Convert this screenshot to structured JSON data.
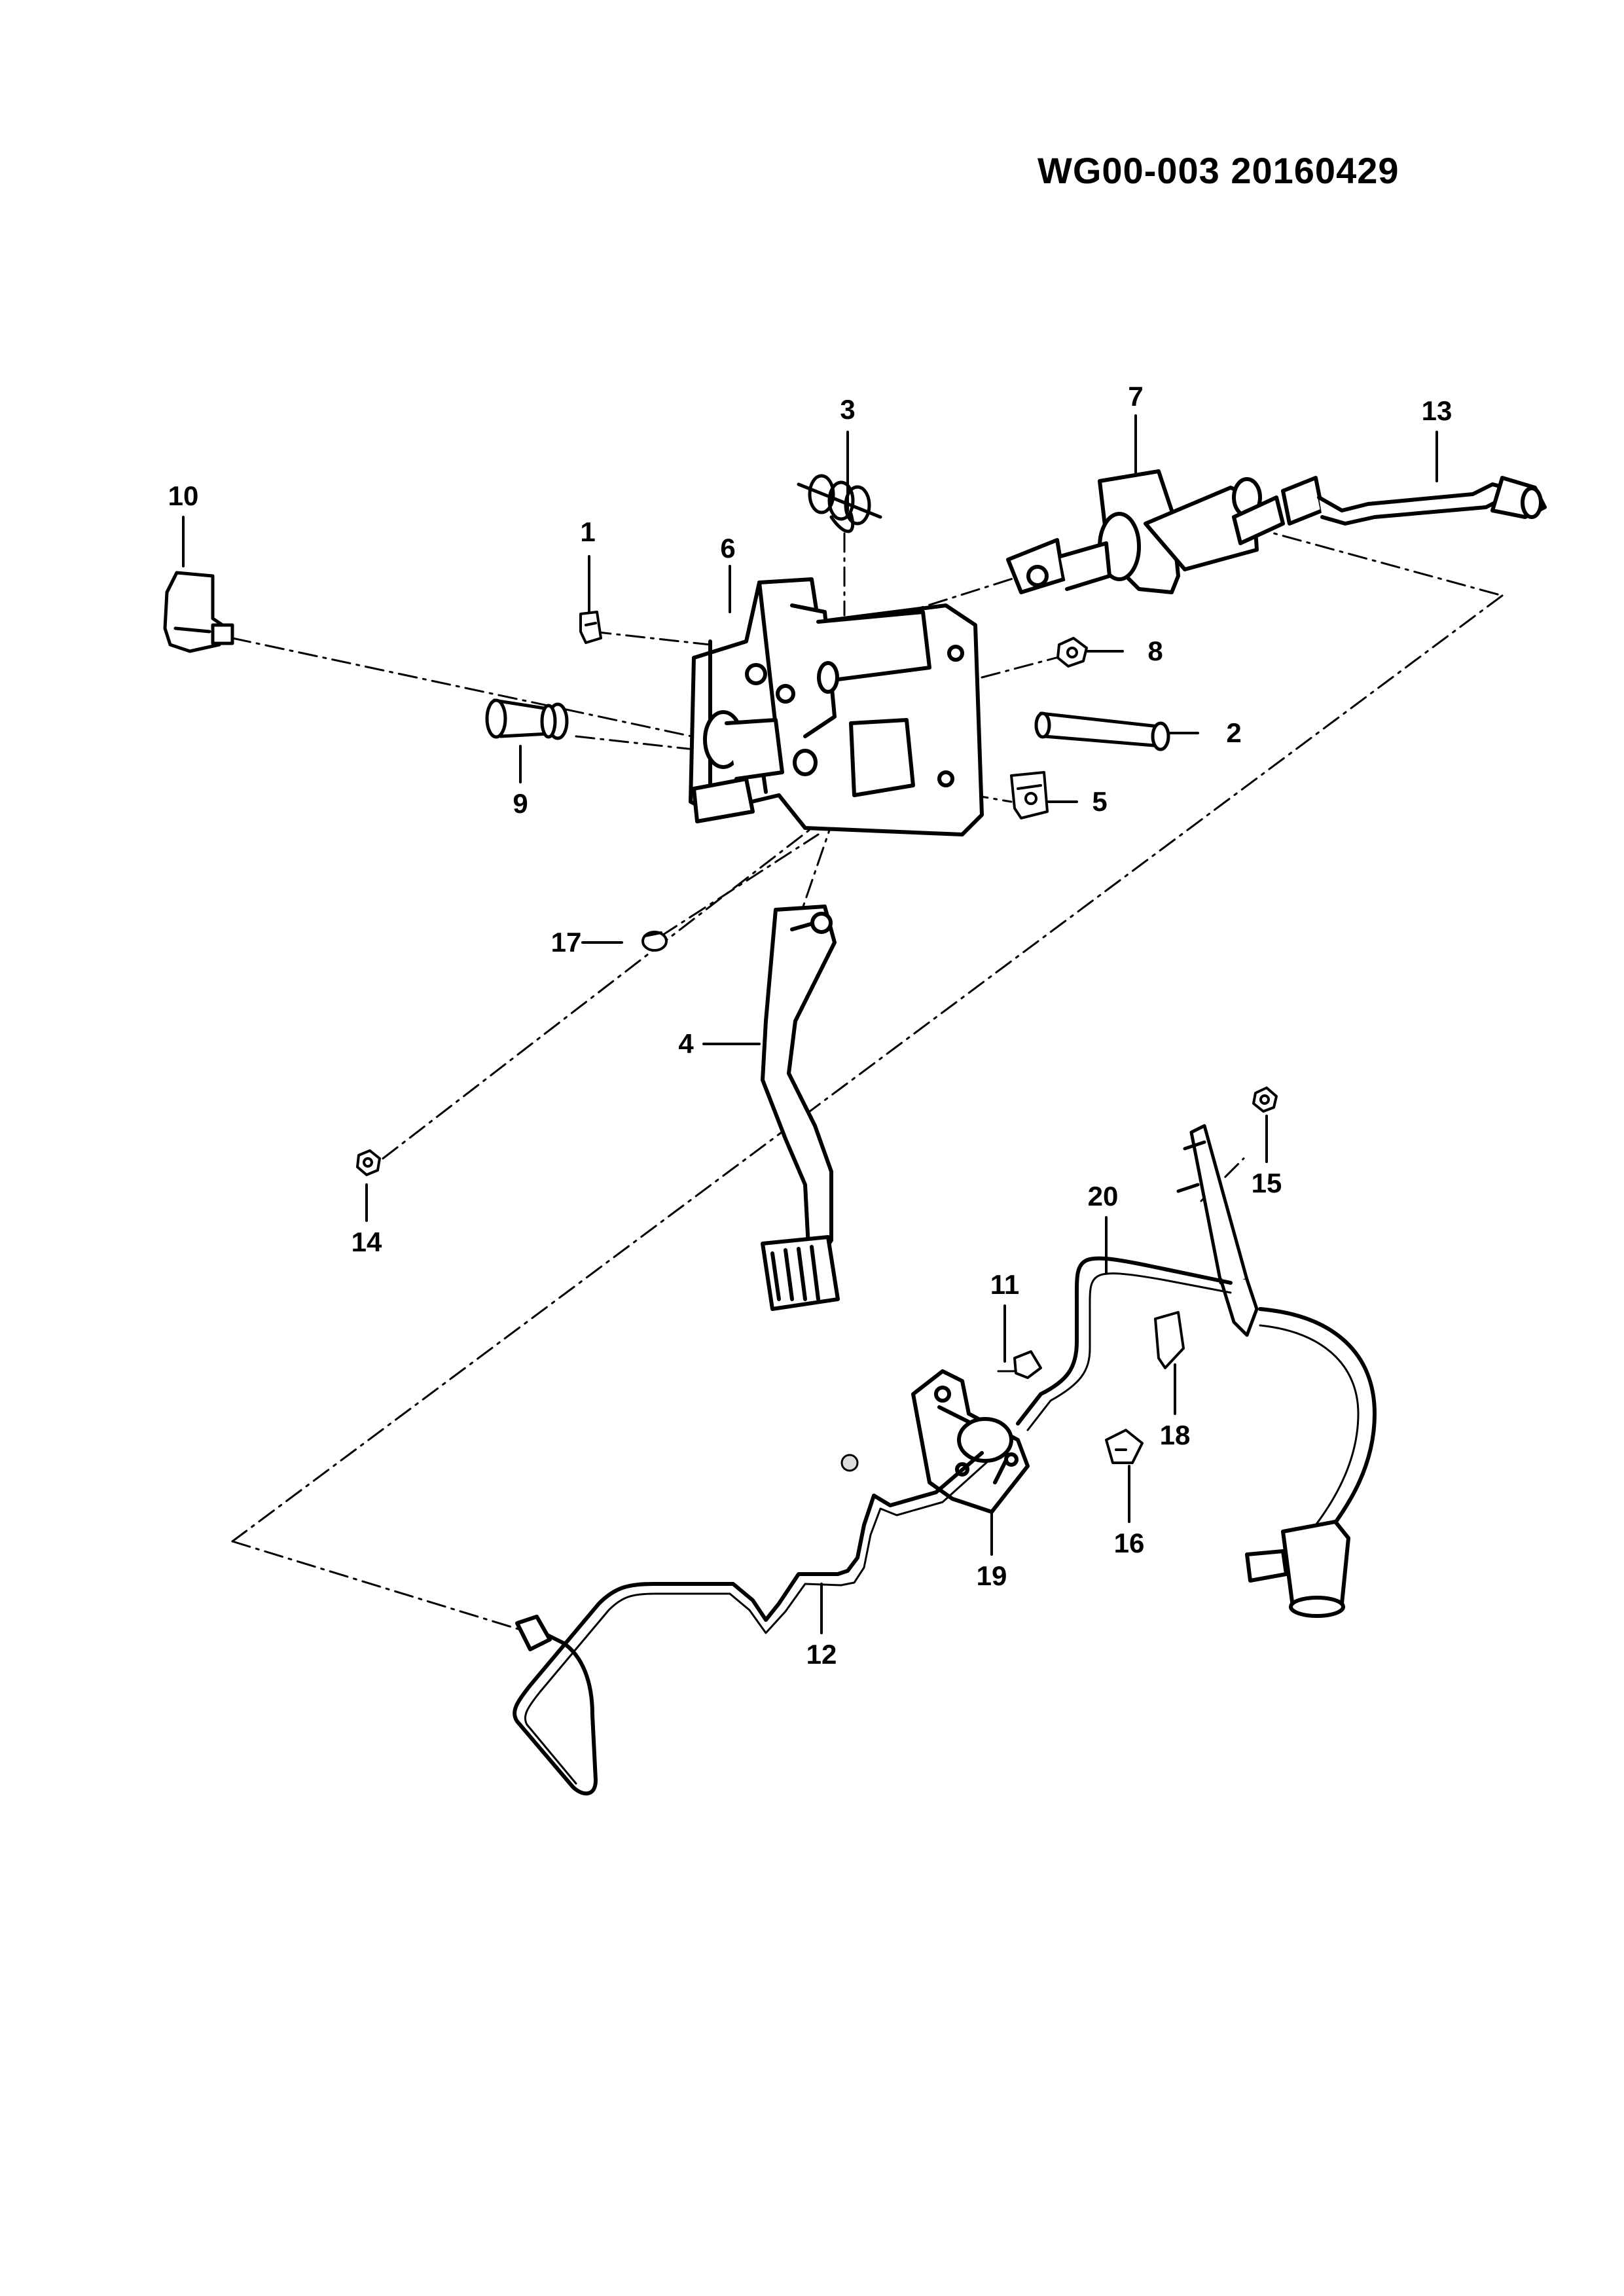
{
  "document": {
    "doc_id": "WG00-003  20160429"
  },
  "callouts": [
    {
      "id": "c1",
      "label": "1"
    },
    {
      "id": "c2",
      "label": "2"
    },
    {
      "id": "c3",
      "label": "3"
    },
    {
      "id": "c4",
      "label": "4"
    },
    {
      "id": "c5",
      "label": "5"
    },
    {
      "id": "c6",
      "label": "6"
    },
    {
      "id": "c7",
      "label": "7"
    },
    {
      "id": "c8",
      "label": "8"
    },
    {
      "id": "c9",
      "label": "9"
    },
    {
      "id": "c10",
      "label": "10"
    },
    {
      "id": "c11",
      "label": "11"
    },
    {
      "id": "c12",
      "label": "12"
    },
    {
      "id": "c13",
      "label": "13"
    },
    {
      "id": "c14",
      "label": "14"
    },
    {
      "id": "c15",
      "label": "15"
    },
    {
      "id": "c16",
      "label": "16"
    },
    {
      "id": "c17",
      "label": "17"
    },
    {
      "id": "c18",
      "label": "18"
    },
    {
      "id": "c19",
      "label": "19"
    },
    {
      "id": "c20",
      "label": "20"
    }
  ]
}
